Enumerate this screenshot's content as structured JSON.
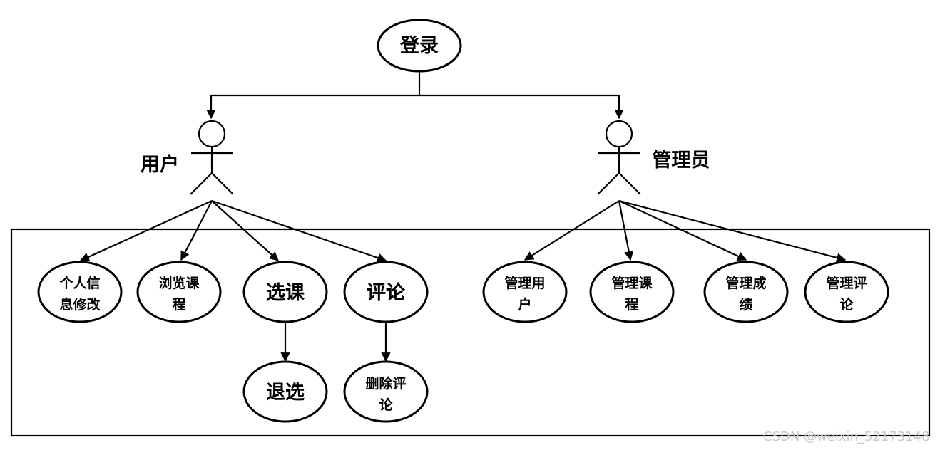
{
  "diagram": {
    "login": "登录",
    "actors": {
      "user": "用户",
      "admin": "管理员"
    },
    "user_cases": {
      "edit_info": [
        "个人信",
        "息修改"
      ],
      "browse": [
        "浏览课",
        "程"
      ],
      "select": "选课",
      "comment": "评论",
      "withdraw": "退选",
      "delete_comment": [
        "删除评",
        "论"
      ]
    },
    "admin_cases": {
      "manage_users": [
        "管理用",
        "户"
      ],
      "manage_courses": [
        "管理课",
        "程"
      ],
      "manage_grades": [
        "管理成",
        "绩"
      ],
      "manage_comments": [
        "管理评",
        "论"
      ]
    }
  },
  "watermark": "CSDN @weixin_52173148"
}
